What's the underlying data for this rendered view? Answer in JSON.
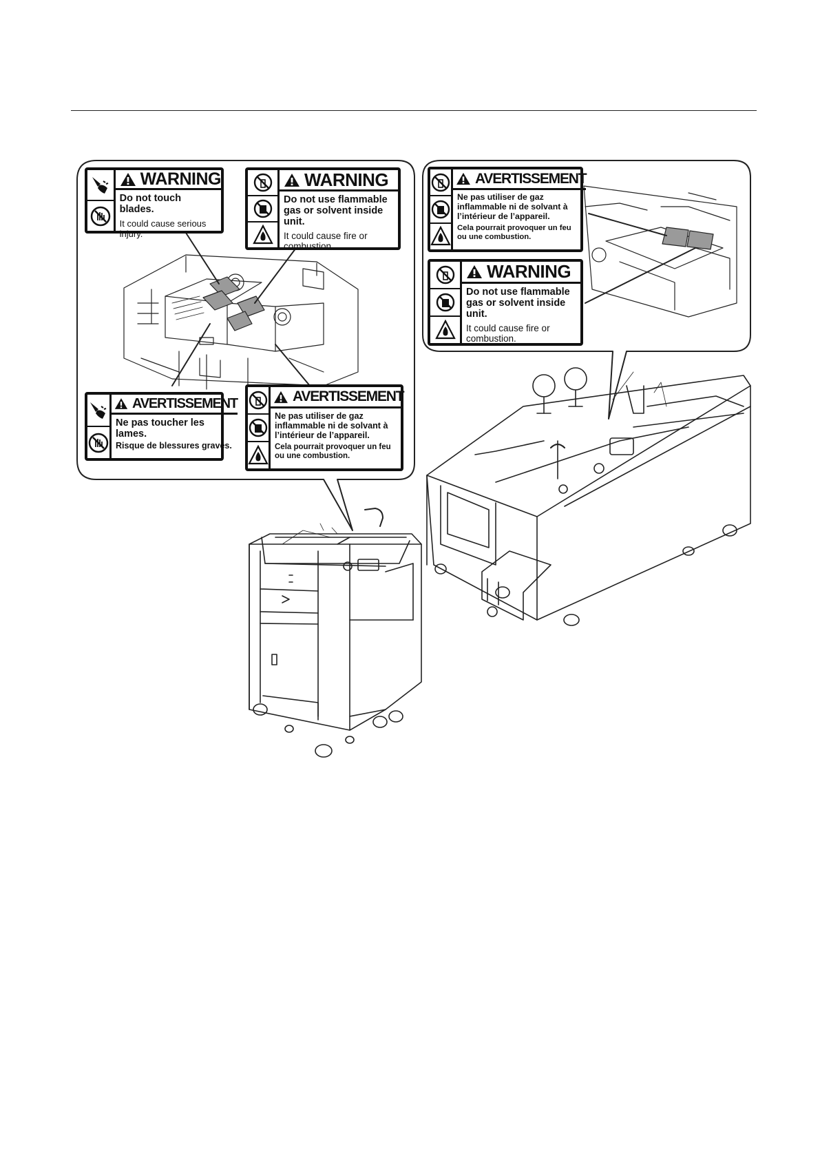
{
  "labels": {
    "l1": {
      "header": "WARNING",
      "main_text": "Do not touch blades.",
      "sub_text": "It could cause serious injury.",
      "icons": [
        "blade-hand-icon",
        "no-touch-icon"
      ]
    },
    "l2": {
      "header": "WARNING",
      "main_text": "Do not use flammable gas or solvent inside unit.",
      "sub_text": "It could cause fire or combustion.",
      "icons": [
        "no-spray-icon",
        "no-gas-can-icon",
        "fire-icon"
      ]
    },
    "l3": {
      "header": "AVERTISSEMENT",
      "main_text": "Ne pas toucher les lames.",
      "sub_text": "Risque de blessures graves.",
      "icons": [
        "blade-hand-icon",
        "no-touch-icon"
      ]
    },
    "l4": {
      "header": "AVERTISSEMENT",
      "main_text": "Ne pas utiliser de gaz inflammable ni de solvant à l’intérieur de l’appareil.",
      "sub_text": "Cela pourrait provoquer un feu ou une combustion.",
      "icons": [
        "no-spray-icon",
        "no-gas-can-icon",
        "fire-icon"
      ]
    },
    "r1": {
      "header": "AVERTISSEMENT",
      "main_text": "Ne pas utiliser de gaz inflammable ni de solvant à l’intérieur de l’appareil.",
      "sub_text": "Cela pourrait provoquer un feu ou une combustion.",
      "icons": [
        "no-spray-icon",
        "no-gas-can-icon",
        "fire-icon"
      ]
    },
    "r2": {
      "header": "WARNING",
      "main_text": "Do not use flammable gas or solvent inside unit.",
      "sub_text": "It could cause fire or combustion.",
      "icons": [
        "no-spray-icon",
        "no-gas-can-icon",
        "fire-icon"
      ]
    }
  },
  "colors": {
    "ink": "#111111",
    "label_patch": "#9a9a9a",
    "background": "#ffffff"
  }
}
